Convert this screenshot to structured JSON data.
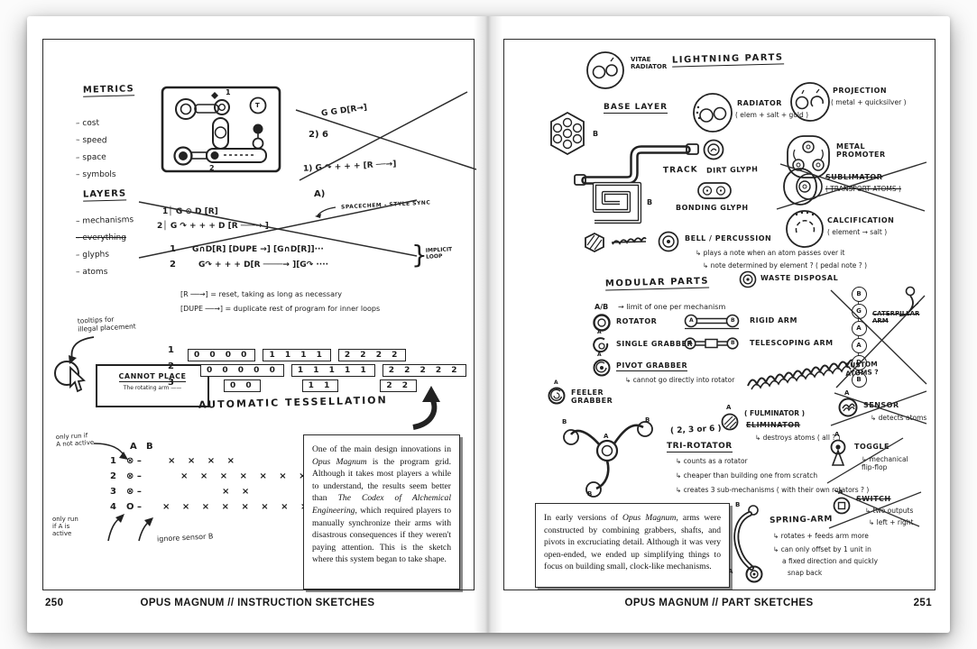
{
  "colors": {
    "ink": "#1f1f1f",
    "paper": "#ffffff",
    "bg": "#fbfbfb"
  },
  "left": {
    "metrics": {
      "heading": "METRICS",
      "items": [
        "cost",
        "speed",
        "space",
        "symbols"
      ]
    },
    "layers": {
      "heading": "LAYERS",
      "items": [
        "mechanisms",
        "everything",
        "glyphs",
        "atoms"
      ]
    },
    "panel": {
      "label1": "1",
      "label2": "2",
      "labelT": "T"
    },
    "scratch": {
      "line1": "G G D[R→]",
      "line2": "2) 6",
      "line3": "1)   G ↷ + + + [R ──→]",
      "line4": "A)"
    },
    "sync_note": "SPACECHEM - STYLE SYNC",
    "crossed_program": {
      "line1": "1│ G ⊙ D [R]",
      "line2": "2│ G ↷ + + + D [R ───→ ]"
    },
    "program": {
      "row1_num": "1",
      "row1": "G∩D[R]   [DUPE →]   [G∩D[R]]···",
      "row2_num": "2",
      "row2": "G↷ + + + D[R ────→ ][G↷ ····",
      "brace": "}",
      "loop_note": "IMPLICIT\nLOOP"
    },
    "legend": {
      "line1": "[R ──→]  =  reset, taking as long as necessary",
      "line2": "[DUPE ──→]  =  duplicate rest of program for inner loops"
    },
    "tooltip_note": "tooltips for\nillegal placement",
    "tooltip_box": {
      "title": "CANNOT PLACE",
      "subtitle": "The rotating arm ——"
    },
    "tessellation": {
      "rows": [
        {
          "num": "1",
          "g0": "0 0 0 0",
          "g1": "1 1 1 1",
          "g2": "2 2 2 2"
        },
        {
          "num": "2",
          "g0": "0 0 0 0 0",
          "g1": "1 1 1 1 1",
          "g2": "2 2 2 2 2"
        },
        {
          "num": "3",
          "g0": "0 0",
          "g1": "1 1",
          "g2": "2 2"
        }
      ],
      "caption": "AUTOMATIC  TESSELLATION"
    },
    "truth": {
      "note_top": "only run if\nA not active",
      "col_a": "A",
      "col_b": "B",
      "rows": [
        {
          "num": "1",
          "sym": "⊗ –",
          "xs": "× × × ×"
        },
        {
          "num": "2",
          "sym": "⊗ –",
          "xs": "× × × × × × ×"
        },
        {
          "num": "3",
          "sym": "⊗ –",
          "xs": "× ×"
        },
        {
          "num": "4",
          "sym": "O –",
          "xs": "× × × × × × × ×"
        }
      ],
      "note_bottom": "only run\nif A is\nactive",
      "note_sensor": "ignore sensor B"
    },
    "textbox": {
      "seg0": "One of the main design innovations in ",
      "seg1": "Opus Magnum",
      "seg2": " is the program grid. Although it takes most players a while to understand, the results seem better than ",
      "seg3": "The Codex of Alchemical Engineering",
      "seg4": ", which required players to manually synchronize their arms with disastrous consequences if they weren't paying attention. This is the sketch where this system began to take shape."
    },
    "footer": {
      "page": "250",
      "title": "OPUS MAGNUM // INSTRUCTION SKETCHES"
    }
  },
  "right": {
    "labels": {
      "a": "A",
      "b": "B",
      "ab": "A/B"
    },
    "vitae_label": "VITAE\nRADIATOR",
    "heading": "LIGHTNING PARTS",
    "base_layer": "BASE LAYER",
    "track": "TRACK",
    "radiator": {
      "name": "RADIATOR",
      "sub": "( elem + salt + gold )"
    },
    "dirt": "DIRT GLYPH",
    "bonding": "BONDING GLYPH",
    "projection": {
      "name": "PROJECTION",
      "sub": "( metal + quicksilver )"
    },
    "promoter": "METAL\nPROMOTER",
    "sublimator": {
      "name": "SUBLIMATOR",
      "sub": "( TRANSPORT ATOMS )"
    },
    "calcification": {
      "name": "CALCIFICATION",
      "sub": "( element → salt )"
    },
    "bell": {
      "name": "BELL / PERCUSSION",
      "b1": "↳ plays a note when an atom passes over it",
      "b2": "↳ note determined by element ?  ( pedal note ? )"
    },
    "waste": "WASTE DISPOSAL",
    "modular": {
      "heading": "MODULAR PARTS",
      "limit": "→ limit of one  per  mechanism",
      "rotator": "ROTATOR",
      "rigid": "RIGID ARM",
      "single": "SINGLE GRABBER",
      "tele": "TELESCOPING ARM",
      "pivot": "PIVOT GRABBER",
      "pivot_note": "↳ cannot go directly into rotator",
      "feeler": "FEELER\nGRABBER"
    },
    "chain": {
      "a0": "B",
      "a1": "G",
      "a2": "A",
      "a3": "A",
      "a4": "D",
      "a5": "B",
      "crossed": "CATERPILLAR\nARM",
      "question": "CUSTOM\nATOMS ?"
    },
    "tri": {
      "count": "( 2, 3  or  6 )",
      "name": "TRI-ROTATOR",
      "b1": "↳ counts as a rotator",
      "b2": "↳ cheaper than building one from scratch",
      "b3": "↳ creates 3 sub-mechanisms ( with their own rotators ? )"
    },
    "eliminator": {
      "old": "( FULMINATOR )",
      "name": "ELIMINATOR",
      "b1": "↳ destroys atoms ( all ? )"
    },
    "sensor": {
      "name": "SENSOR",
      "b1": "↳ detects atoms"
    },
    "toggle": {
      "name": "TOGGLE",
      "b1": "↳ mechanical\nflip-flop"
    },
    "switch": {
      "name": "SWITCH",
      "b1": "↳ two outputs",
      "b2": "↳ left + right"
    },
    "spring": {
      "name": "SPRING-ARM",
      "b1": "↳ rotates + feeds arm more",
      "b2": "↳ can only offset by 1 unit in",
      "b3": "a fixed direction and quickly",
      "b4": "snap back"
    },
    "textbox": {
      "seg0": "In early versions of ",
      "seg1": "Opus Magnum",
      "seg2": ", arms were constructed by combining grabbers, shafts, and pivots in excruciating detail. Although it was very open-ended, we ended up simplifying things to focus on building small, clock-like mechanisms."
    },
    "footer": {
      "title": "OPUS MAGNUM // PART SKETCHES",
      "page": "251"
    }
  }
}
